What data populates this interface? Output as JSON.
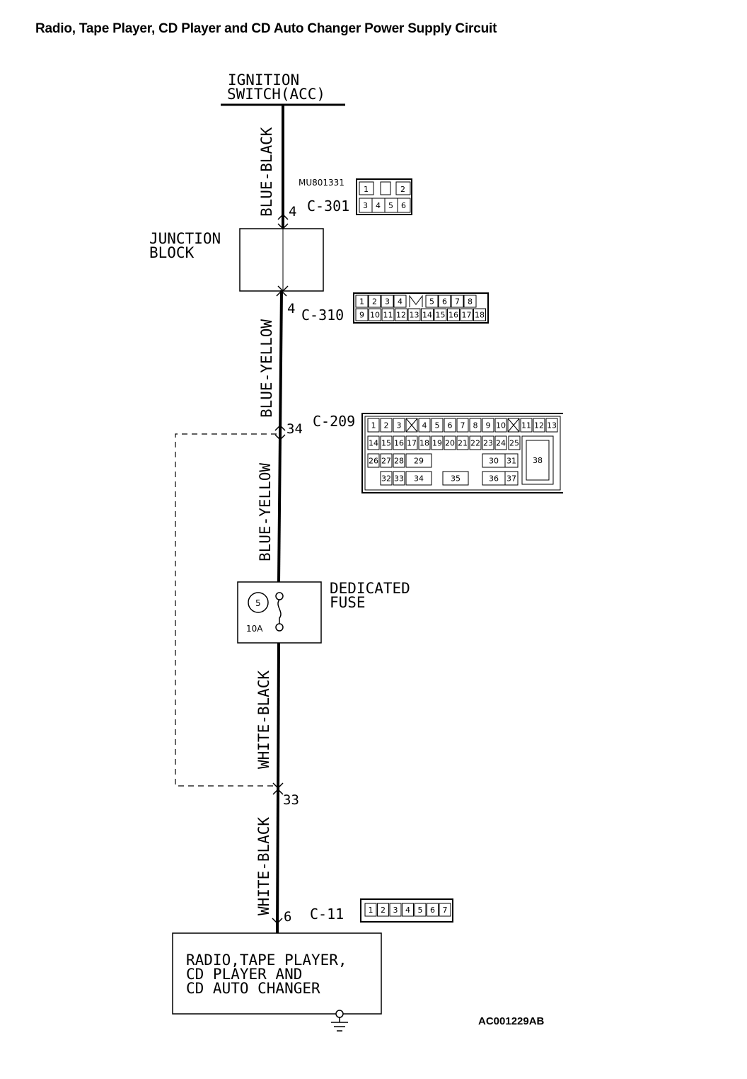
{
  "title": "Radio, Tape Player, CD Player and CD Auto Changer Power Supply Circuit",
  "figure_code": "AC001229AB",
  "source": {
    "line1": "IGNITION",
    "line2": "SWITCH(ACC)"
  },
  "wires": {
    "w1": "BLUE-BLACK",
    "w2": "BLUE-YELLOW",
    "w3": "BLUE-YELLOW",
    "w4": "WHITE-BLACK",
    "w5": "WHITE-BLACK"
  },
  "pins": {
    "p1": "4",
    "p2": "4",
    "p3": "34",
    "p4": "33",
    "p5": "6"
  },
  "connectors": {
    "c301": {
      "label": "C-301",
      "part": "MU801331",
      "row1": [
        "1",
        "",
        "2"
      ],
      "row2": [
        "3",
        "4",
        "5",
        "6"
      ]
    },
    "c310": {
      "label": "C-310",
      "row1": [
        "1",
        "2",
        "3",
        "4",
        "",
        "5",
        "6",
        "7",
        "8"
      ],
      "row2": [
        "9",
        "10",
        "11",
        "12",
        "13",
        "14",
        "15",
        "16",
        "17",
        "18"
      ]
    },
    "c209": {
      "label": "C-209",
      "row1": [
        "1",
        "2",
        "3",
        "",
        "4",
        "5",
        "6",
        "7",
        "8",
        "9",
        "10",
        "",
        "11",
        "12",
        "13"
      ],
      "row2": [
        "14",
        "15",
        "16",
        "17",
        "18",
        "19",
        "20",
        "21",
        "22",
        "23",
        "24",
        "25"
      ],
      "row3": [
        "26",
        "27",
        "28",
        "29",
        "30",
        "31"
      ],
      "row4": [
        "32",
        "33",
        "34",
        "35",
        "36",
        "37"
      ],
      "big": "38"
    },
    "c11": {
      "label": "C-11",
      "cells": [
        "1",
        "2",
        "3",
        "4",
        "5",
        "6",
        "7"
      ]
    }
  },
  "junction_block": {
    "line1": "JUNCTION",
    "line2": "BLOCK"
  },
  "fuse": {
    "line1": "DEDICATED",
    "line2": "FUSE",
    "number": "5",
    "rating": "10A"
  },
  "load": {
    "line1": "RADIO,TAPE PLAYER,",
    "line2": "CD PLAYER AND",
    "line3": "CD AUTO CHANGER"
  }
}
